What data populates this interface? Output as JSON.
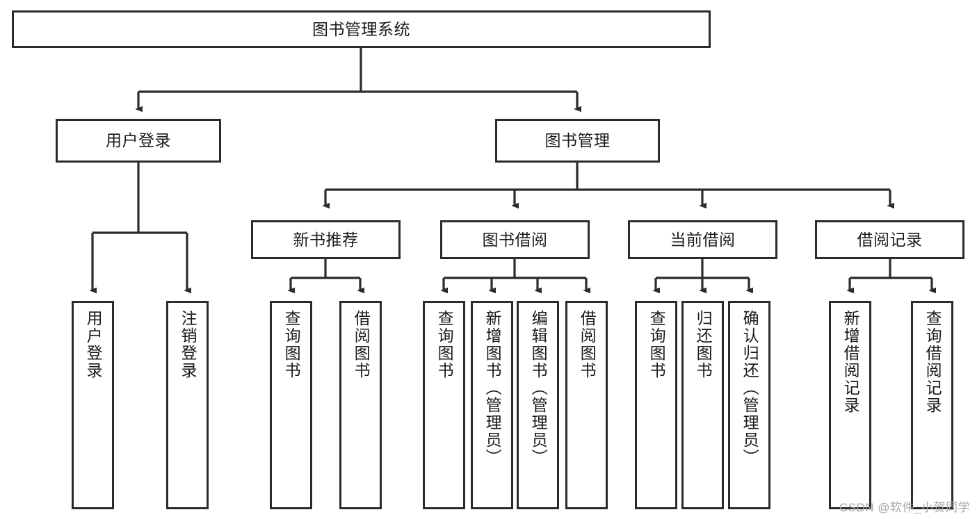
{
  "diagram": {
    "type": "tree-hierarchy",
    "title": "图书管理系统",
    "root": {
      "id": "root",
      "label": "图书管理系统"
    },
    "level1": [
      {
        "id": "user-login",
        "label": "用户登录"
      },
      {
        "id": "book-manage",
        "label": "图书管理"
      }
    ],
    "level2": [
      {
        "id": "new-book-recommend",
        "label": "新书推荐",
        "parent": "book-manage"
      },
      {
        "id": "book-borrow",
        "label": "图书借阅",
        "parent": "book-manage"
      },
      {
        "id": "current-borrow",
        "label": "当前借阅",
        "parent": "book-manage"
      },
      {
        "id": "borrow-record",
        "label": "借阅记录",
        "parent": "book-manage"
      }
    ],
    "leaves": [
      {
        "id": "leaf-user-login",
        "label": "用户登录",
        "parent": "user-login"
      },
      {
        "id": "leaf-user-logout",
        "label": "注销登录",
        "parent": "user-login"
      },
      {
        "id": "leaf-query-book-1",
        "label": "查询图书",
        "parent": "new-book-recommend"
      },
      {
        "id": "leaf-borrow-book-1",
        "label": "借阅图书",
        "parent": "new-book-recommend"
      },
      {
        "id": "leaf-query-book-2",
        "label": "查询图书",
        "parent": "book-borrow"
      },
      {
        "id": "leaf-add-book",
        "label": "新增图书（管理员）",
        "parent": "book-borrow"
      },
      {
        "id": "leaf-edit-book",
        "label": "编辑图书（管理员）",
        "parent": "book-borrow"
      },
      {
        "id": "leaf-borrow-book-2",
        "label": "借阅图书",
        "parent": "book-borrow"
      },
      {
        "id": "leaf-query-book-3",
        "label": "查询图书",
        "parent": "current-borrow"
      },
      {
        "id": "leaf-return-book",
        "label": "归还图书",
        "parent": "current-borrow"
      },
      {
        "id": "leaf-confirm-return",
        "label": "确认归还（管理员）",
        "parent": "current-borrow"
      },
      {
        "id": "leaf-add-record",
        "label": "新增借阅记录",
        "parent": "borrow-record"
      },
      {
        "id": "leaf-query-record",
        "label": "查询借阅记录",
        "parent": "borrow-record"
      }
    ],
    "colors": {
      "stroke": "#2b2b2b",
      "fill": "#ffffff",
      "text": "#1a1a1a",
      "watermark": "#a8a8a8"
    }
  },
  "watermark": {
    "text": "CSDN @软件_小贺同学"
  }
}
